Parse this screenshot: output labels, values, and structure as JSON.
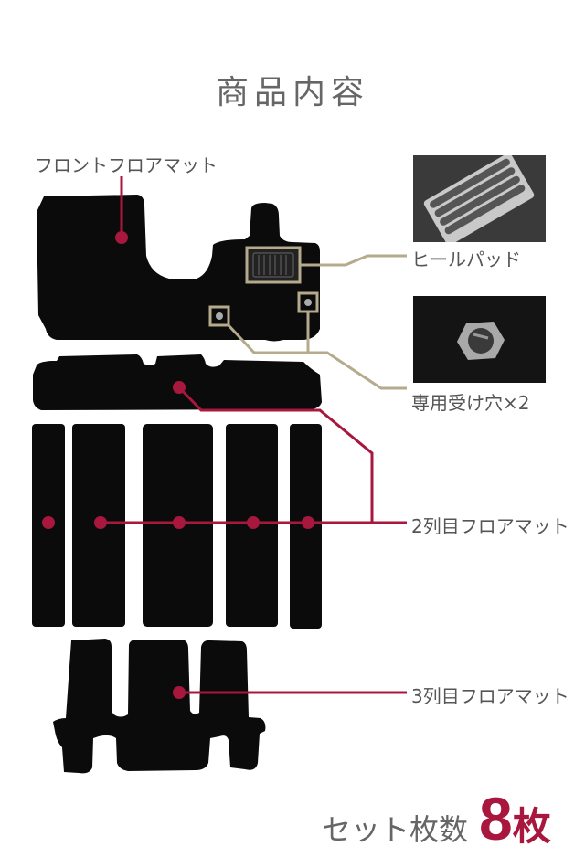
{
  "header": {
    "title": "商品内容"
  },
  "labels": {
    "front_mat": "フロントフロアマット",
    "heel_pad": "ヒールパッド",
    "holes": "専用受け穴×2",
    "second_row": "2列目フロアマット",
    "third_row": "3列目フロアマット"
  },
  "summary": {
    "label": "セット枚数",
    "count": "8",
    "unit": "枚"
  },
  "colors": {
    "accent": "#a8173d",
    "callout": "#b5aa8c",
    "mat": "#0b0b0b",
    "text": "#555555"
  }
}
